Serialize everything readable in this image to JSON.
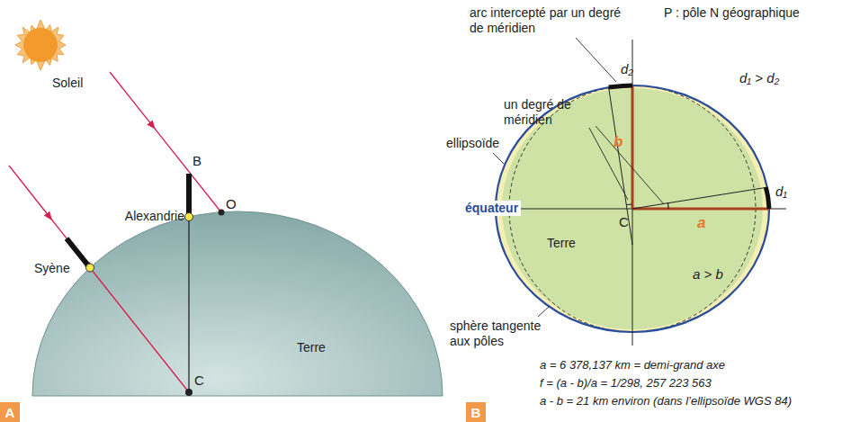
{
  "diagram": {
    "nodes": [
      {
        "text": [
          "A"
        ]
      },
      {
        "text": [
          "B"
        ]
      }
    ],
    "labels": [
      "Soleil",
      "Syène",
      "Alexandrie",
      "B",
      "O",
      "Terre",
      "C",
      "arc intercepté par un degré de méridien",
      "P : pôle N géographique",
      "d₂",
      "un degré de méridien",
      "d₁ > d₂",
      "ellipsoïde",
      "b",
      "équateur",
      "d₁",
      "C",
      "Terre",
      "a",
      "a > b",
      "sphère tangente aux pôles",
      "a = 6 378,137 km = demi-grand axe",
      "f = (a - b)/a = 1/298, 257 223 563",
      "a - b = 21 km environ (dans l’ellipsoïde WGS 84)"
    ]
  }
}
